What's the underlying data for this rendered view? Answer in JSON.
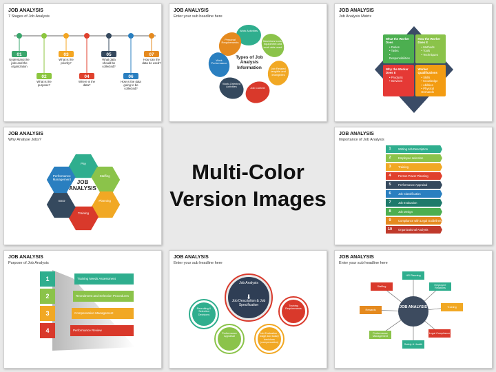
{
  "center": {
    "line1": "Multi-Color",
    "line2": "Version Images"
  },
  "slide1": {
    "title": "JOB ANALYSIS",
    "subtitle": "7 Stages of Job Analysis",
    "colors": [
      "#3aa66c",
      "#8cc63f",
      "#f4a622",
      "#e0412d",
      "#35495e",
      "#2a7fc0",
      "#e58a1f"
    ],
    "stages": [
      {
        "num": "01",
        "text": "Understand the jobs and the organization"
      },
      {
        "num": "02",
        "text": "What is the purpose?"
      },
      {
        "num": "03",
        "text": "What is the priority?"
      },
      {
        "num": "04",
        "text": "Where is the data?"
      },
      {
        "num": "05",
        "text": "What data should be collected?"
      },
      {
        "num": "06",
        "text": "How is the data going to be collected?"
      },
      {
        "num": "07",
        "text": "How can the data be used?"
      }
    ]
  },
  "slide2": {
    "title": "JOB ANALYSIS",
    "subtitle": "Enter your sub headline here",
    "center": "Types of Job Analysis Information",
    "petals": [
      {
        "label": "Work Activities",
        "color": "#2fae8e"
      },
      {
        "label": "Machines tools, equipment and work aids used",
        "color": "#8bc34a"
      },
      {
        "label": "Job Related tangible and intangibles",
        "color": "#f1a824"
      },
      {
        "label": "Job Context",
        "color": "#d9392b"
      },
      {
        "label": "Work-Oriented Activities",
        "color": "#35495e"
      },
      {
        "label": "Work Performance",
        "color": "#2a7fc0"
      },
      {
        "label": "Personal Requirements",
        "color": "#e58a1f"
      }
    ]
  },
  "slide3": {
    "title": "JOB ANALYSIS",
    "subtitle": "Job Analysis Matrix",
    "quads": [
      {
        "head": "What the Worker Does",
        "items": [
          "Duties",
          "Tasks",
          "Responsibilities"
        ],
        "color": "#4caf50"
      },
      {
        "head": "How the Worker Does It",
        "items": [
          "Methods",
          "Tools",
          "Techniques"
        ],
        "color": "#8bc34a"
      },
      {
        "head": "Why the Worker Does It",
        "items": [
          "Products",
          "Services"
        ],
        "color": "#e53935"
      },
      {
        "head": "Worker Qualifications",
        "items": [
          "Skills",
          "Knowledge",
          "Abilities",
          "Physical Demands"
        ],
        "color": "#f39c12"
      }
    ]
  },
  "slide4": {
    "title": "JOB ANALYSIS",
    "subtitle": "Why Analyse Jobs?",
    "center": "JOB ANALYSIS",
    "hexes": [
      {
        "label": "Pay",
        "color": "#2fae8e"
      },
      {
        "label": "Staffing",
        "color": "#8bc34a"
      },
      {
        "label": "Planning",
        "color": "#f1a824"
      },
      {
        "label": "Training",
        "color": "#d9392b"
      },
      {
        "label": "EEO",
        "color": "#35495e"
      },
      {
        "label": "Performance Management",
        "color": "#2a7fc0"
      }
    ]
  },
  "slide5": {
    "title": "JOB ANALYSIS",
    "subtitle": "Importance of Job Analysis",
    "rows": [
      {
        "num": "1",
        "label": "Writing Job Description",
        "color": "#2fae8e"
      },
      {
        "num": "2",
        "label": "Employee selection",
        "color": "#8bc34a"
      },
      {
        "num": "3",
        "label": "Training",
        "color": "#f1a824"
      },
      {
        "num": "4",
        "label": "Person Power Planning",
        "color": "#e0412d"
      },
      {
        "num": "5",
        "label": "Performance Appraisal",
        "color": "#35495e"
      },
      {
        "num": "6",
        "label": "Job Classification",
        "color": "#2a7fc0"
      },
      {
        "num": "7",
        "label": "Job Evaluation",
        "color": "#1e7a6b"
      },
      {
        "num": "8",
        "label": "Job Design",
        "color": "#4caf50"
      },
      {
        "num": "9",
        "label": "Compliance with Legal Guidelines",
        "color": "#e58a1f"
      },
      {
        "num": "10",
        "label": "Organizational Analysis",
        "color": "#c0392b"
      }
    ]
  },
  "slide6": {
    "title": "JOB ANALYSIS",
    "subtitle": "Purpose of Job Analysis",
    "steps": [
      {
        "num": "1",
        "label": "Training Needs Assessment",
        "color": "#2fae8e"
      },
      {
        "num": "2",
        "label": "Recruitment and Selection Procedures",
        "color": "#8bc34a"
      },
      {
        "num": "3",
        "label": "Compensation Management",
        "color": "#f1a824"
      },
      {
        "num": "4",
        "label": "Performance Review",
        "color": "#d9392b"
      }
    ]
  },
  "slide7": {
    "title": "JOB ANALYSIS",
    "subtitle": "Enter your sub headline here",
    "top": "Job Analysis",
    "bottom": "Job Description & Job Specification",
    "circles": [
      {
        "label": "Recruiting & Selection Decisions",
        "color": "#2fae8e"
      },
      {
        "label": "Performance Appraisal",
        "color": "#8bc34a"
      },
      {
        "label": "Job Evaluation - wage and salary decisions (compensation)",
        "color": "#f1a824"
      },
      {
        "label": "Training Requirements",
        "color": "#d9392b"
      }
    ]
  },
  "slide8": {
    "title": "JOB ANALYSIS",
    "subtitle": "Enter your sub headline here",
    "center": "JOB ANALYSIS",
    "boxes": [
      {
        "label": "HR Planning",
        "color": "#2fae8e"
      },
      {
        "label": "Employee Relations",
        "color": "#2fae8e"
      },
      {
        "label": "Training",
        "color": "#f1a824"
      },
      {
        "label": "Legal Compliance",
        "color": "#d9392b"
      },
      {
        "label": "Safety & Health",
        "color": "#2fae8e"
      },
      {
        "label": "Performance Management",
        "color": "#8bc34a"
      },
      {
        "label": "Rewards",
        "color": "#e58a1f"
      },
      {
        "label": "Staffing",
        "color": "#d9392b"
      }
    ]
  }
}
